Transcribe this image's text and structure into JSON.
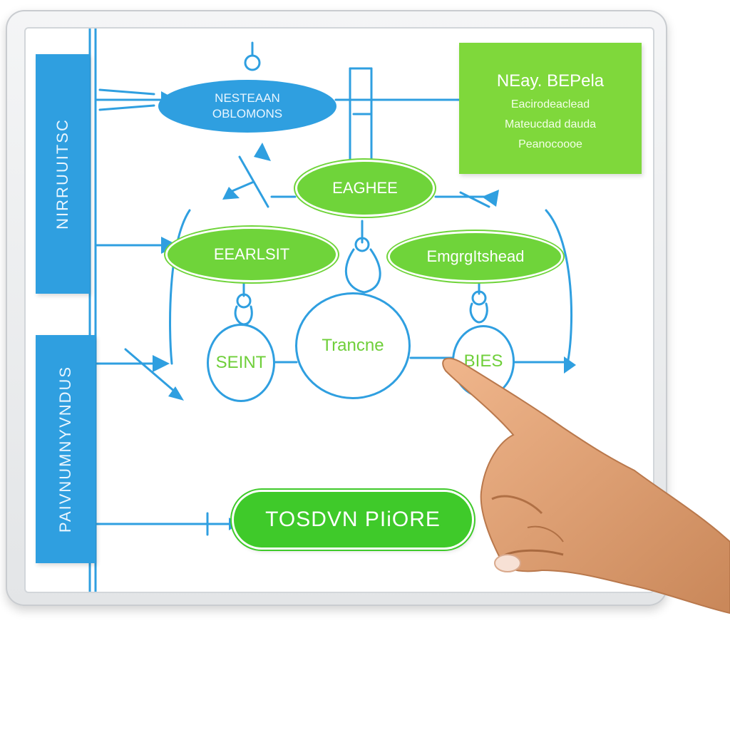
{
  "side_labels": [
    {
      "text": "NIRRUUITSC"
    },
    {
      "text": "PAIVNUMNYVNDUS"
    }
  ],
  "note": {
    "title": "NEay. BEPela",
    "lines": [
      "Eacirodeaclead",
      "Mateucdad dauda",
      "Peanocoooe"
    ]
  },
  "nodes": {
    "top_blue": {
      "line1": "NESTEAAN",
      "line2": "OBLOMONS"
    },
    "center_green": "EAGHEE",
    "left_green": "EEARLSIT",
    "right_green": "EmgrgItshead",
    "circle_left": "SEINT",
    "circle_center": "Trancne",
    "circle_right": "BIES",
    "bottom_pill": "TOSDVN PIiORE"
  },
  "colors": {
    "blue": "#2f9fe0",
    "green": "#6fd43a",
    "bright_green": "#3fca2a",
    "note_green": "#7fd83b"
  },
  "icons": [
    "pointing-hand-icon",
    "arrow-icon"
  ]
}
